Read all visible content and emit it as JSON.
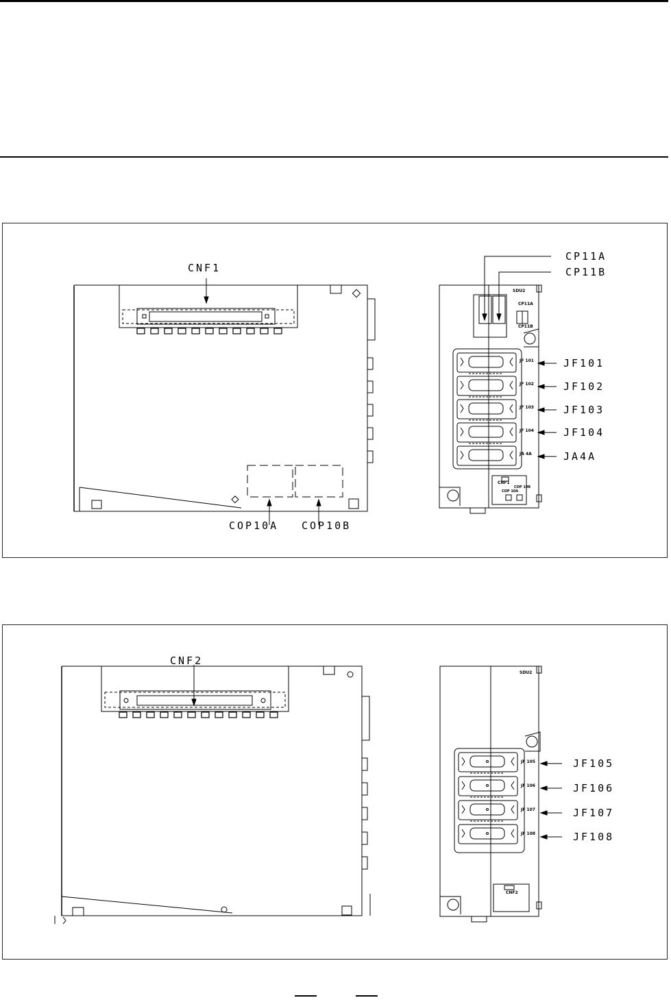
{
  "figure_a": {
    "labels": {
      "cnf1": "CNF1",
      "cp11a": "CP11A",
      "cp11b": "CP11B",
      "jf101": "JF101",
      "jf102": "JF102",
      "jf103": "JF103",
      "jf104": "JF104",
      "ja4a": "JA4A",
      "cop10a": "COP10A",
      "cop10b": "COP10B"
    },
    "silk": {
      "module": "SDU2",
      "cp11a": "CP11A",
      "cp11b": "CP11B",
      "jf101": "JF 101",
      "jf102": "JF 102",
      "jf103": "JF 103",
      "jf104": "JF 104",
      "ja4a": "JA 4A",
      "cnf1": "CNF1",
      "cop10a": "COP 10A",
      "cop10b": "COP 10B"
    }
  },
  "figure_b": {
    "labels": {
      "cnf2": "CNF2",
      "jf105": "JF105",
      "jf106": "JF106",
      "jf107": "JF107",
      "jf108": "JF108"
    },
    "silk": {
      "module": "SDU2",
      "jf105": "JF 105",
      "jf106": "JF 106",
      "jf107": "JF 107",
      "jf108": "JF 108",
      "cnf2": "CNF2"
    }
  }
}
